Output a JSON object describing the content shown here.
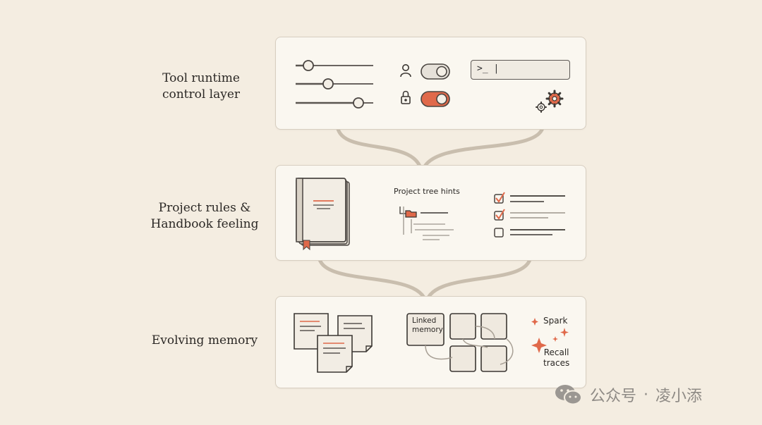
{
  "layers": [
    {
      "label": "Tool runtime\ncontrol layer"
    },
    {
      "label": "Project rules &\nHandbook feeling"
    },
    {
      "label": "Evolving memory"
    }
  ],
  "tool_runtime": {
    "terminal_prompt": ">_ |",
    "icons": [
      "user-icon",
      "lock-icon",
      "toggle-icon",
      "gear-icon",
      "slider-icon"
    ]
  },
  "project_rules": {
    "tree_title": "Project tree hints",
    "icons": [
      "book-icon",
      "folder-icon",
      "checkbox-icon"
    ]
  },
  "memory": {
    "linked_memory": "Linked\nmemory",
    "spark": "Spark",
    "recall_traces": "Recall\ntraces",
    "icons": [
      "note-icon",
      "sparkle-icon"
    ]
  },
  "watermark": {
    "account": "公众号",
    "separator": "·",
    "name": "凌小添"
  },
  "colors": {
    "background": "#f4ede1",
    "panel": "#faf7f0",
    "accent": "#e0694a",
    "line": "#c9beae",
    "ink": "#2b2825"
  }
}
